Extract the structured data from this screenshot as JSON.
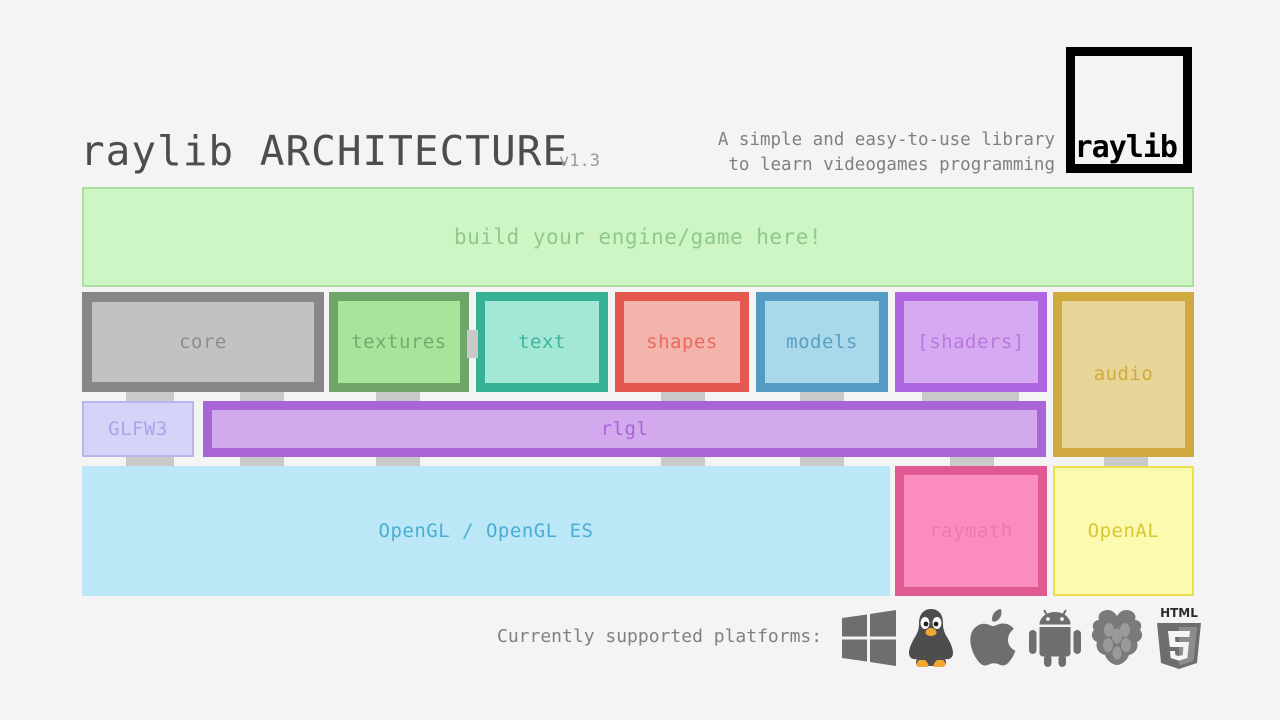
{
  "background_color": "#f4f4f4",
  "header": {
    "title": "raylib ARCHITECTURE",
    "version": "v1.3",
    "tagline_line1": "A simple and easy-to-use library",
    "tagline_line2": "to learn videogames programming",
    "logo_text": "raylib",
    "logo_border_color": "#000000"
  },
  "banner": {
    "label": "build your engine/game here!",
    "fill": "#cdf5c5",
    "border": "#aadfa0",
    "text_color": "#91c98a"
  },
  "modules": [
    {
      "id": "core",
      "label": "core",
      "fill": "#c2c2c2",
      "border": "#878787",
      "text_color": "#8d8d8d"
    },
    {
      "id": "textures",
      "label": "textures",
      "fill": "#a8e49a",
      "border": "#6fa568",
      "text_color": "#79a972"
    },
    {
      "id": "text",
      "label": "text",
      "fill": "#a3e8d6",
      "border": "#37b195",
      "text_color": "#3fb59a"
    },
    {
      "id": "shapes",
      "label": "shapes",
      "fill": "#f2b4ad",
      "border": "#e4584f",
      "text_color": "#ea6a60"
    },
    {
      "id": "models",
      "label": "models",
      "fill": "#a8d8ea",
      "border": "#549cc4",
      "text_color": "#5b9fc7"
    },
    {
      "id": "shaders",
      "label": "[shaders]",
      "fill": "#d6aaf0",
      "border": "#b066e0",
      "text_color": "#b878e2"
    },
    {
      "id": "audio",
      "label": "audio",
      "fill": "#e8d698",
      "border": "#d0a93f",
      "text_color": "#d0a93f"
    }
  ],
  "middle_layer": [
    {
      "id": "glfw3",
      "label": "GLFW3",
      "fill": "#d5d3f7",
      "border": "#b8b4ec",
      "text_color": "#a9a5e8"
    },
    {
      "id": "rlgl",
      "label": "rlgl",
      "fill": "#d2a9ec",
      "border": "#a964d8",
      "text_color": "#a964d8"
    }
  ],
  "bottom_layer": [
    {
      "id": "opengl",
      "label": "OpenGL / OpenGL ES",
      "fill": "#bbe7f7",
      "border": "#bbe7f7",
      "text_color": "#4aaed4"
    },
    {
      "id": "raymath",
      "label": "raymath",
      "fill": "#fa8cc0",
      "border": "#e05a92",
      "text_color": "#ef78ae"
    },
    {
      "id": "openal",
      "label": "OpenAL",
      "fill": "#fbfaaf",
      "border": "#ecdf4c",
      "text_color": "#d8c833"
    }
  ],
  "connector_color": "#c9c9c9",
  "footer": {
    "platforms_label": "Currently supported platforms:",
    "platform_icons": [
      {
        "name": "windows-icon",
        "title": "Windows"
      },
      {
        "name": "linux-tux-icon",
        "title": "Linux"
      },
      {
        "name": "apple-icon",
        "title": "macOS"
      },
      {
        "name": "android-icon",
        "title": "Android"
      },
      {
        "name": "raspberry-pi-icon",
        "title": "Raspberry Pi"
      },
      {
        "name": "html5-icon",
        "title": "HTML5"
      }
    ]
  }
}
